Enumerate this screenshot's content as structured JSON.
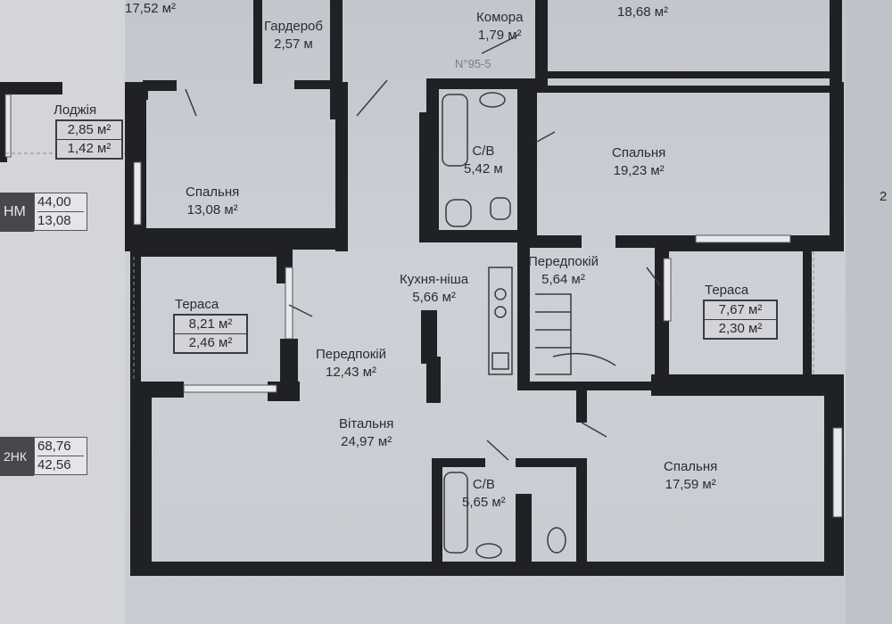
{
  "colors": {
    "wall": "#202124",
    "floor": "#c9ccd2",
    "text": "#2b2c30"
  },
  "rooms": {
    "top_left_area": "17,52 м²",
    "garderob_name": "Гардероб",
    "garderob_area": "2,57 м",
    "komora_name": "Комора",
    "komora_area": "1,79 м²",
    "top_right_area": "18,68 м²",
    "plan_mark": "N°95-5",
    "lodzhiia_name": "Лоджія",
    "lodzhiia_area_1": "2,85 м²",
    "lodzhiia_area_2": "1,42 м²",
    "spalnia_1_name": "Спальня",
    "spalnia_1_area": "13,08 м²",
    "sv_1_name": "С/В",
    "sv_1_area": "5,42 м",
    "spalnia_2_name": "Спальня",
    "spalnia_2_area": "19,23 м²",
    "kukhnia_name": "Кухня-ніша",
    "kukhnia_area": "5,66 м²",
    "peredpokii_1_name": "Передпокій",
    "peredpokii_1_area": "5,64 м²",
    "terasa_1_name": "Тераса",
    "terasa_1_area_1": "8,21 м²",
    "terasa_1_area_2": "2,46 м²",
    "terasa_2_name": "Тераса",
    "terasa_2_area_1": "7,67 м²",
    "terasa_2_area_2": "2,30 м²",
    "peredpokii_2_name": "Передпокій",
    "peredpokii_2_area": "12,43 м²",
    "vitalnia_name": "Вітальня",
    "vitalnia_area": "24,97 м²",
    "sv_2_name": "С/В",
    "sv_2_area": "5,65 м²",
    "spalnia_3_name": "Спальня",
    "spalnia_3_area": "17,59 м²"
  },
  "tags": {
    "tag_1_code": "НМ",
    "tag_1_value_1": "44,00",
    "tag_1_value_2": "13,08",
    "tag_2_code": "2НК",
    "tag_2_value_1": "68,76",
    "tag_2_value_2": "42,56",
    "right_edge": "2"
  }
}
